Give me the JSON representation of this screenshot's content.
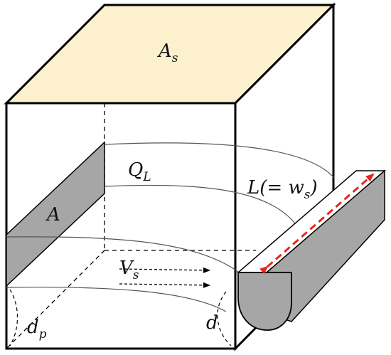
{
  "labels": {
    "top_area": {
      "main": "A",
      "sub": "s"
    },
    "flow": {
      "main": "Q",
      "sub": "L"
    },
    "length": {
      "prefix": "L(= w",
      "sub": "s",
      "suffix": ")"
    },
    "inflow_area": {
      "main": "A"
    },
    "velocity": {
      "main": "V",
      "sub": "s"
    },
    "pipe_diameter": {
      "main": "d",
      "sub": "p"
    },
    "depth": {
      "main": "d"
    }
  },
  "colors": {
    "top_face": "#fdf0cd",
    "gray_fill": "#a6a6a6",
    "outline": "#000000",
    "arrow_red": "#e8261c"
  }
}
